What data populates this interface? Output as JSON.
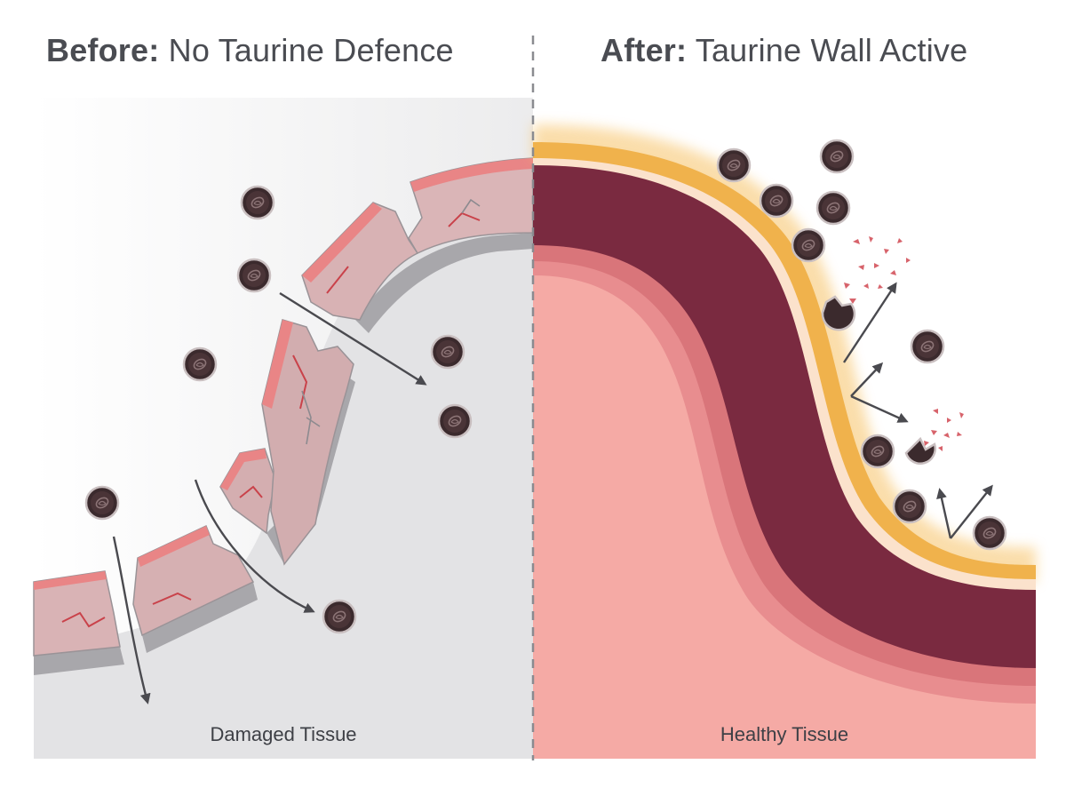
{
  "left_panel": {
    "title_bold": "Before:",
    "title_rest": "No Taurine Defence",
    "caption": "Damaged Tissue",
    "colors": {
      "background": "#e4e4e6",
      "wall_grey": "#a9a8ac",
      "wall_pink": "#e98586"
    }
  },
  "right_panel": {
    "title_bold": "After:",
    "title_rest": "Taurine Wall Active",
    "caption": "Healthy Tissue",
    "colors": {
      "tissue": "#f5aaa5",
      "band_dark": "#7a2a40",
      "glow": "#f3b13a"
    }
  },
  "icons": {
    "particle": "particle-icon",
    "divider": "dashed-divider"
  }
}
